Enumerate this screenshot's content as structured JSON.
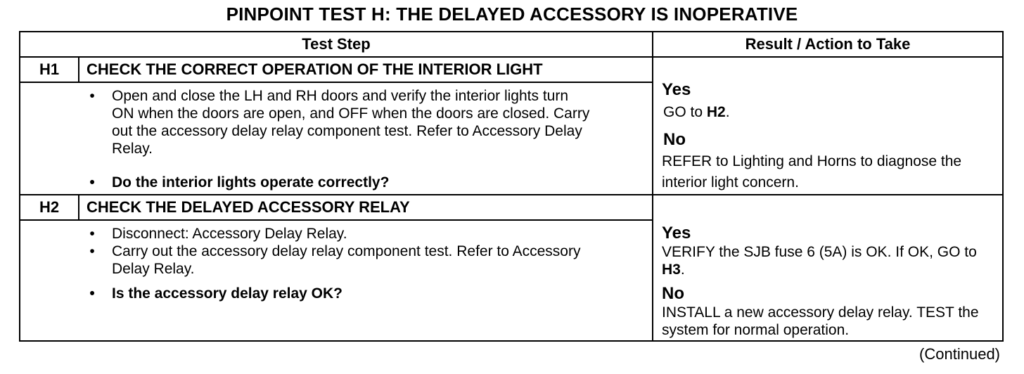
{
  "title": "PINPOINT TEST H: THE DELAYED ACCESSORY IS INOPERATIVE",
  "header": {
    "test_step": "Test Step",
    "result_action": "Result / Action to Take"
  },
  "steps": [
    {
      "id": "H1",
      "title": "CHECK THE CORRECT OPERATION OF THE INTERIOR LIGHT",
      "bullets": [
        "Open and close the LH and RH doors and verify the interior lights turn ON when the doors are open, and OFF when the doors are closed. Carry out the accessory delay relay component test. Refer to Accessory Delay Relay."
      ],
      "question": "Do the interior lights operate correctly?",
      "yes_label": "Yes",
      "yes_text": "GO to",
      "yes_ref": "H2",
      "yes_end": ".",
      "no_label": "No",
      "no_text": "REFER to Lighting and Horns to diagnose the interior light concern."
    },
    {
      "id": "H2",
      "title": "CHECK THE DELAYED ACCESSORY RELAY",
      "bullets": [
        "Disconnect: Accessory Delay Relay.",
        "Carry out the accessory delay relay component test. Refer to Accessory Delay Relay."
      ],
      "question": "Is the accessory delay relay OK?",
      "yes_label": "Yes",
      "yes_text": "VERIFY the SJB fuse 6 (5A) is OK. If OK, GO to",
      "yes_ref": "H3",
      "yes_end": ".",
      "no_label": "No",
      "no_text": "INSTALL a new accessory delay relay. TEST the system for normal operation."
    }
  ],
  "bullet_char": "•",
  "continued": "(Continued)"
}
